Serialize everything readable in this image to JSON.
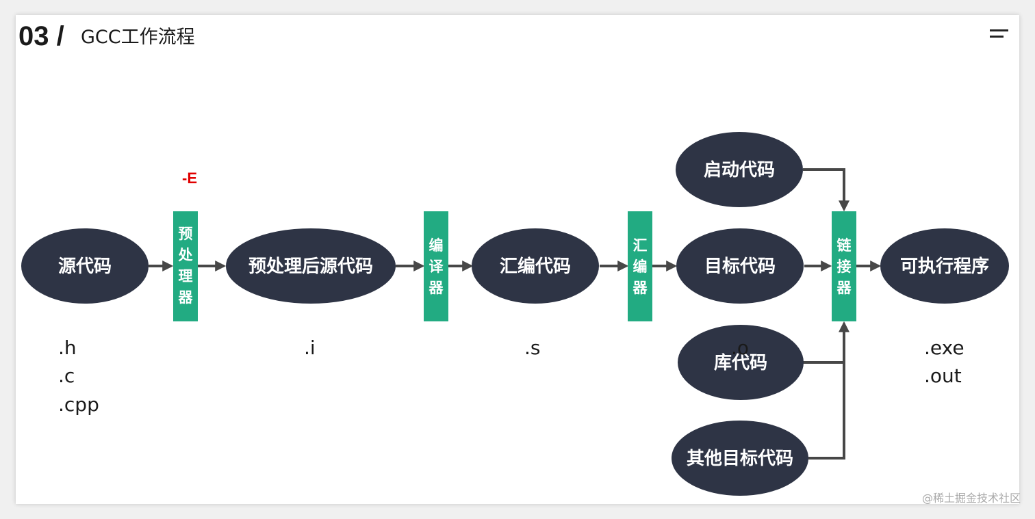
{
  "header": {
    "number": "03 /",
    "title": "GCC工作流程"
  },
  "nodes": {
    "source_code": "源代码",
    "preprocessed_code": "预处理后源代码",
    "assembly_code": "汇编代码",
    "object_code": "目标代码",
    "startup_code": "启动代码",
    "library_code": "库代码",
    "other_object_code": "其他目标代码",
    "executable": "可执行程序"
  },
  "tools": {
    "preprocessor": [
      "预",
      "处",
      "理",
      "器"
    ],
    "compiler": [
      "编",
      "译",
      "器"
    ],
    "assembler": [
      "汇",
      "编",
      "器"
    ],
    "linker": [
      "链",
      "接",
      "器"
    ]
  },
  "flags": {
    "preprocess": "-E"
  },
  "extensions": {
    "source": [
      ".h",
      ".c",
      ".cpp"
    ],
    "preprocessed": [
      ".i"
    ],
    "assembly": [
      ".s"
    ],
    "object": [
      ".o"
    ],
    "executable": [
      ".exe",
      ".out"
    ]
  },
  "watermark": "@稀土掘金技术社区",
  "colors": {
    "node_fill": "#2e3445",
    "tool_fill": "#22ab82",
    "flag": "#e00000",
    "connector": "#474747"
  },
  "icons": {
    "menu": "menu-icon"
  }
}
